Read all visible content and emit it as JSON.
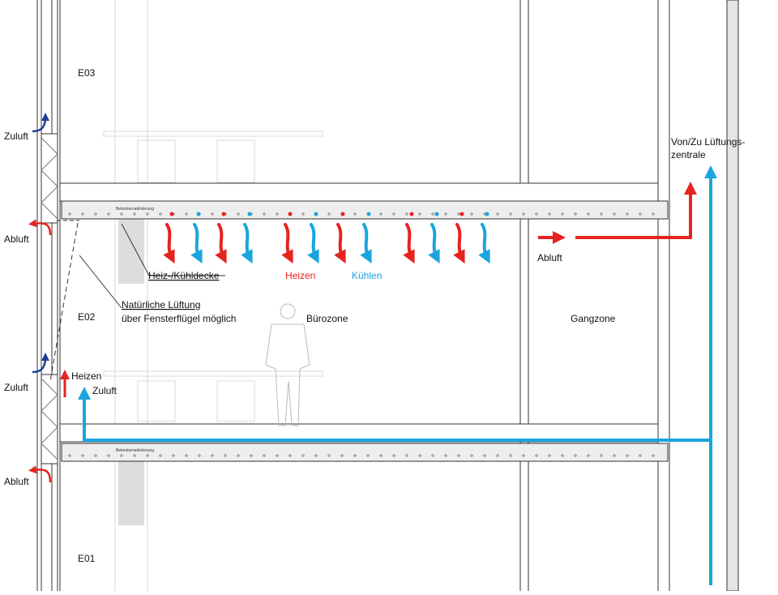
{
  "floors": {
    "upper": "E03",
    "middle": "E02",
    "lower": "E01"
  },
  "slab_label": "Betonkernaktivierung",
  "facade": {
    "supply_upper": "Zuluft",
    "exhaust_upper": "Abluft",
    "supply_lower": "Zuluft",
    "exhaust_lower": "Abluft"
  },
  "labels": {
    "ceiling": "Heiz-/Kühldecke",
    "natural_vent_line1": "Natürliche Lüftung",
    "natural_vent_line2": "über Fensterflügel möglich",
    "heating": "Heizen",
    "cooling": "Kühlen",
    "office_zone": "Bürozone",
    "corridor_zone": "Gangzone",
    "exhaust_room": "Abluft",
    "heating_small": "Heizen",
    "supply_room": "Zuluft",
    "ventilation_line1": "Von/Zu Lüftungs-",
    "ventilation_line2": "zentrale"
  },
  "colors": {
    "heating": "#e52420",
    "cooling": "#1aa5dd",
    "facade_supply": "#1f3d99",
    "line": "#333333"
  }
}
